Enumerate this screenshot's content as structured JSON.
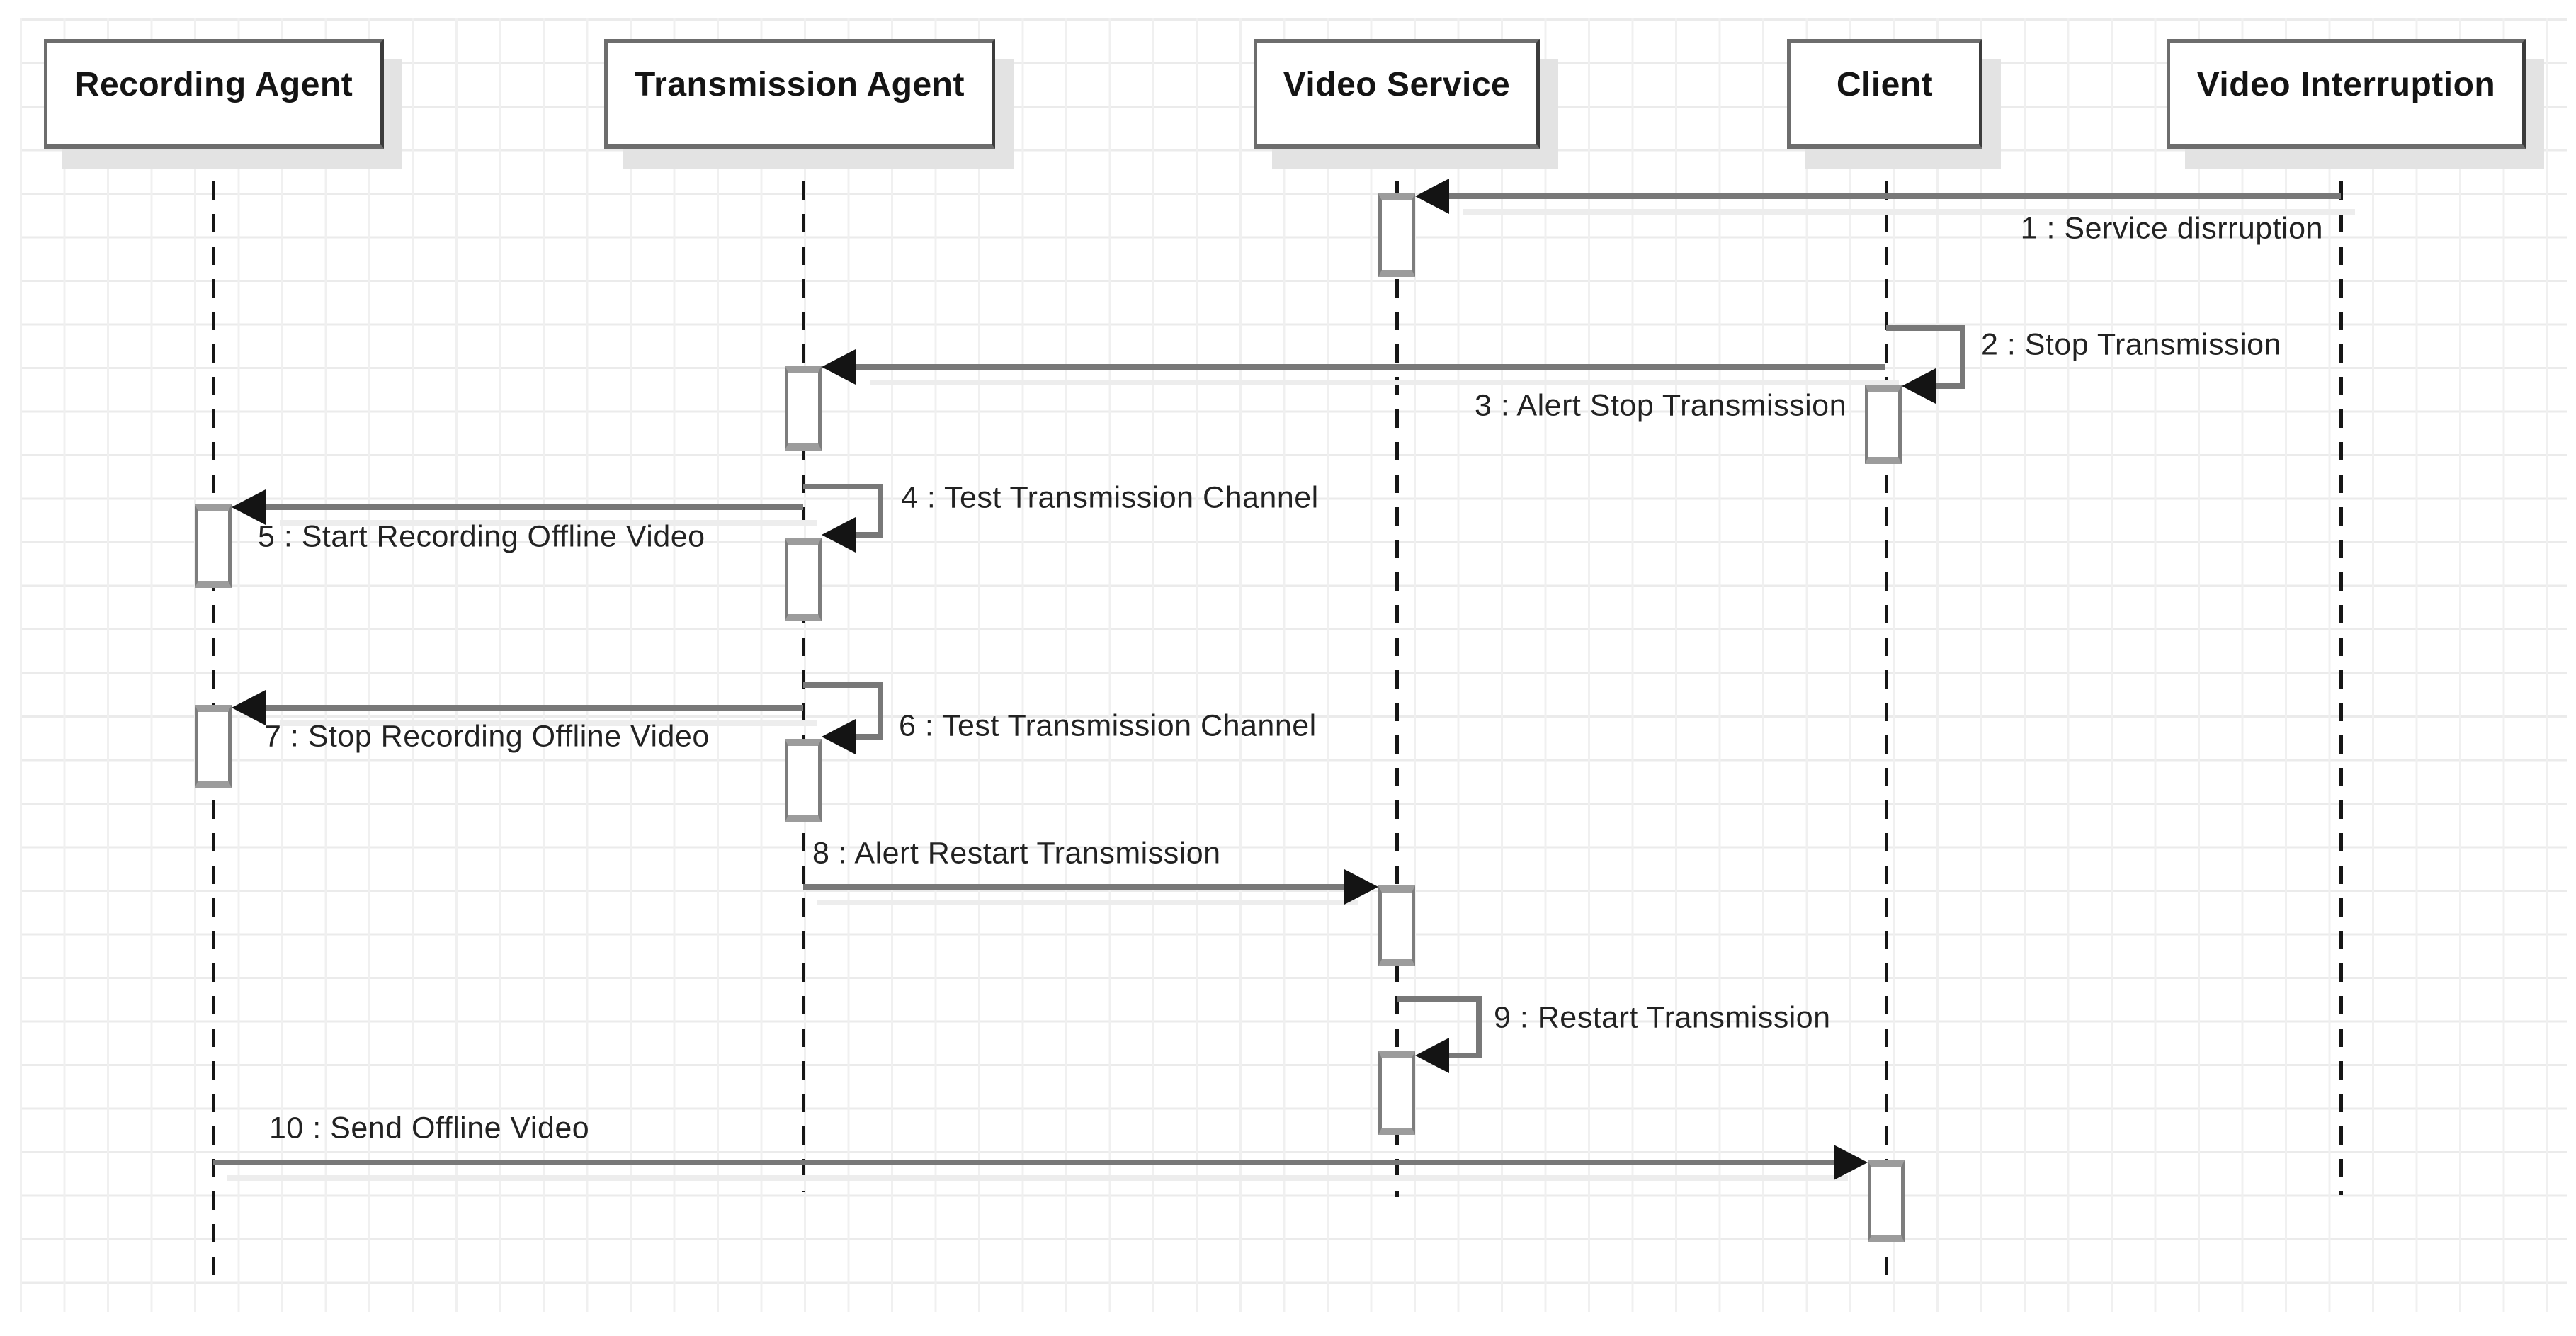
{
  "diagram": {
    "kind": "uml-sequence-diagram",
    "actors": [
      {
        "id": "recording-agent",
        "label": "Recording Agent"
      },
      {
        "id": "transmission-agent",
        "label": "Transmission Agent"
      },
      {
        "id": "video-service",
        "label": "Video Service"
      },
      {
        "id": "client",
        "label": "Client"
      },
      {
        "id": "video-interruption",
        "label": "Video Interruption"
      }
    ],
    "messages": [
      {
        "num": 1,
        "label": "1 : Service disrruption",
        "from": "video-interruption",
        "to": "video-service",
        "kind": "message",
        "direction": "left"
      },
      {
        "num": 2,
        "label": "2 : Stop Transmission",
        "from": "client",
        "to": "client",
        "kind": "self-message",
        "direction": "left"
      },
      {
        "num": 3,
        "label": "3 : Alert Stop Transmission",
        "from": "client",
        "to": "transmission-agent",
        "kind": "message",
        "direction": "left"
      },
      {
        "num": 4,
        "label": "4 : Test Transmission Channel",
        "from": "transmission-agent",
        "to": "transmission-agent",
        "kind": "self-message",
        "direction": "left"
      },
      {
        "num": 5,
        "label": "5 : Start Recording Offline Video",
        "from": "transmission-agent",
        "to": "recording-agent",
        "kind": "message",
        "direction": "left"
      },
      {
        "num": 6,
        "label": "6 : Test Transmission Channel",
        "from": "transmission-agent",
        "to": "transmission-agent",
        "kind": "self-message",
        "direction": "left"
      },
      {
        "num": 7,
        "label": "7 : Stop Recording Offline Video",
        "from": "transmission-agent",
        "to": "recording-agent",
        "kind": "message",
        "direction": "left"
      },
      {
        "num": 8,
        "label": "8 : Alert Restart Transmission",
        "from": "transmission-agent",
        "to": "video-service",
        "kind": "message",
        "direction": "right"
      },
      {
        "num": 9,
        "label": "9 : Restart Transmission",
        "from": "video-service",
        "to": "video-service",
        "kind": "self-message",
        "direction": "left"
      },
      {
        "num": 10,
        "label": "10 : Send Offline Video",
        "from": "recording-agent",
        "to": "client",
        "kind": "message",
        "direction": "right"
      }
    ],
    "colors": {
      "background": "#ffffff",
      "grid_line": "#ececec",
      "actor_border": "#6d6d6d",
      "message_line": "#787878",
      "arrowhead": "#141414",
      "lifeline": "#161616",
      "text": "#222222",
      "shadow": "#e3e3e3"
    }
  }
}
